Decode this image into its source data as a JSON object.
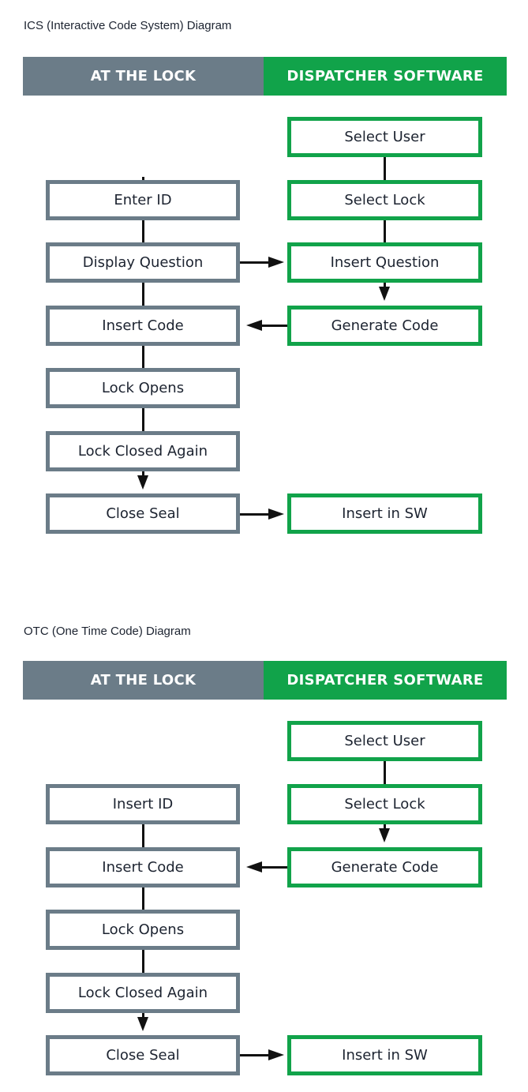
{
  "ics": {
    "caption": "ICS (Interactive Code System) Diagram",
    "header_left": "AT THE LOCK",
    "header_right": "DISPATCHER SOFTWARE",
    "lock_steps": [
      "Enter ID",
      "Display Question",
      "Insert Code",
      "Lock Opens",
      "Lock Closed Again",
      "Close Seal"
    ],
    "software_steps": [
      "Select User",
      "Select Lock",
      "Insert Question",
      "Generate Code",
      "Insert in SW"
    ]
  },
  "otc": {
    "caption": "OTC (One Time Code) Diagram",
    "header_left": "AT THE LOCK",
    "header_right": "DISPATCHER SOFTWARE",
    "lock_steps": [
      "Insert ID",
      "Insert Code",
      "Lock Opens",
      "Lock Closed Again",
      "Close Seal"
    ],
    "software_steps": [
      "Select User",
      "Select Lock",
      "Generate Code",
      "Insert in SW"
    ]
  },
  "colors": {
    "lock": "#6b7c88",
    "software": "#11a34a",
    "connector": "#111111"
  }
}
